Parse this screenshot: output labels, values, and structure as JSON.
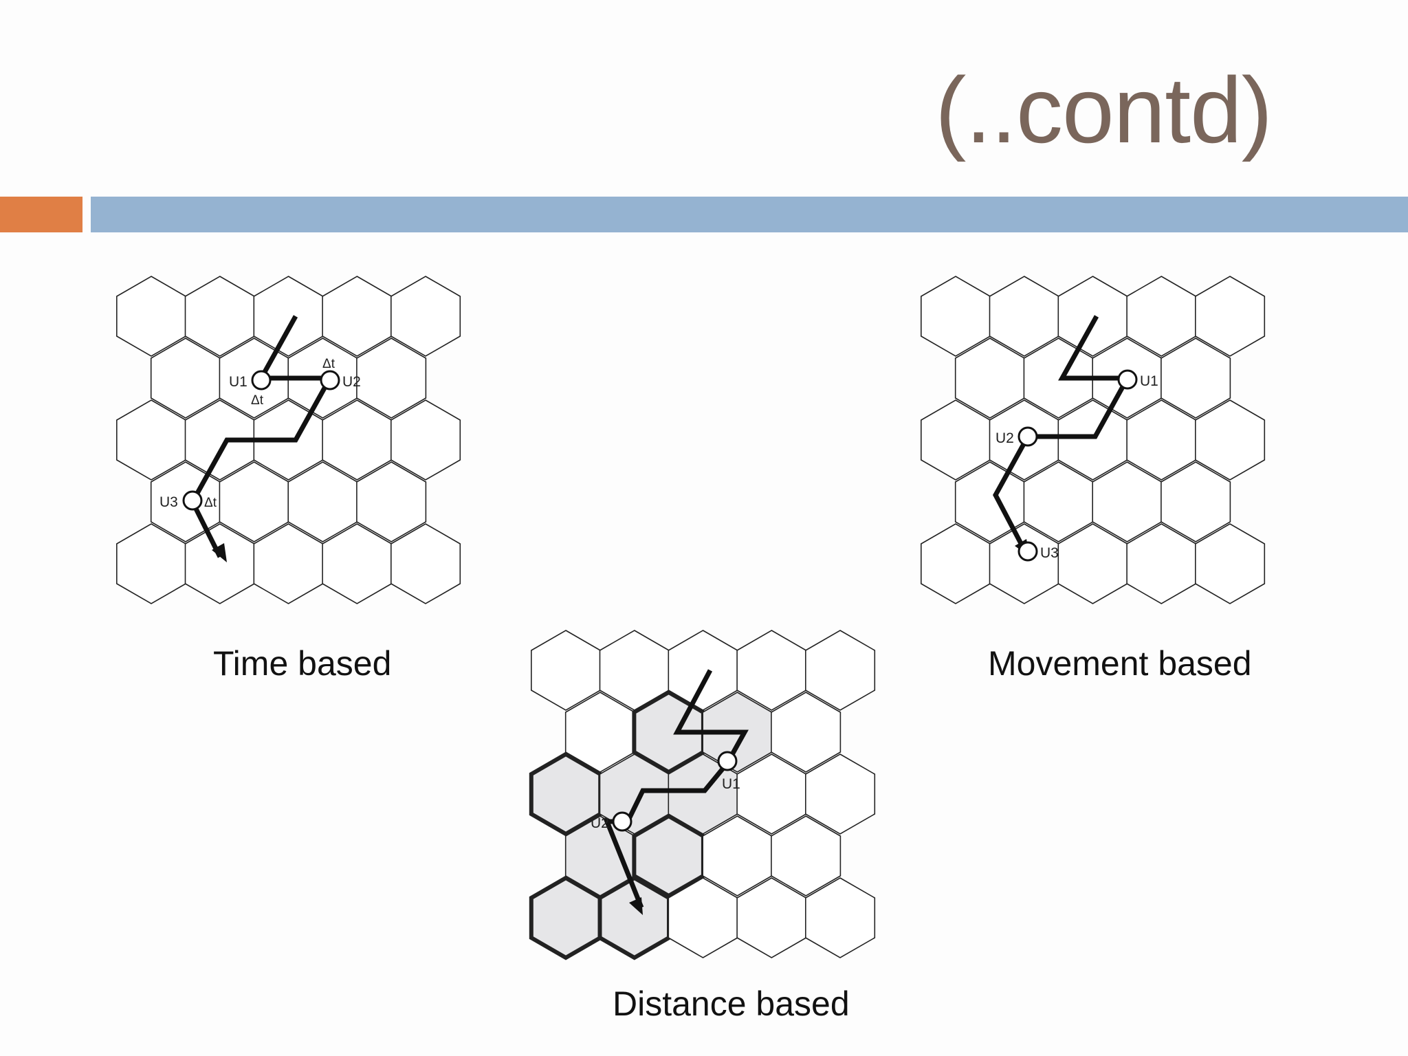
{
  "slide": {
    "title": "(..contd)",
    "colors": {
      "accent_orange": "#e07f45",
      "accent_blue": "#95b3d1",
      "title_text": "#7a665b"
    }
  },
  "diagrams": {
    "time": {
      "caption": "Time based",
      "labels": {
        "u1": "U1",
        "u2": "U2",
        "u3": "U3",
        "dt": "Δt"
      }
    },
    "movement": {
      "caption": "Movement based",
      "labels": {
        "u1": "U1",
        "u2": "U2",
        "u3": "U3"
      }
    },
    "distance": {
      "caption": "Distance based",
      "labels": {
        "u1": "U1",
        "u2": "U2"
      }
    }
  }
}
